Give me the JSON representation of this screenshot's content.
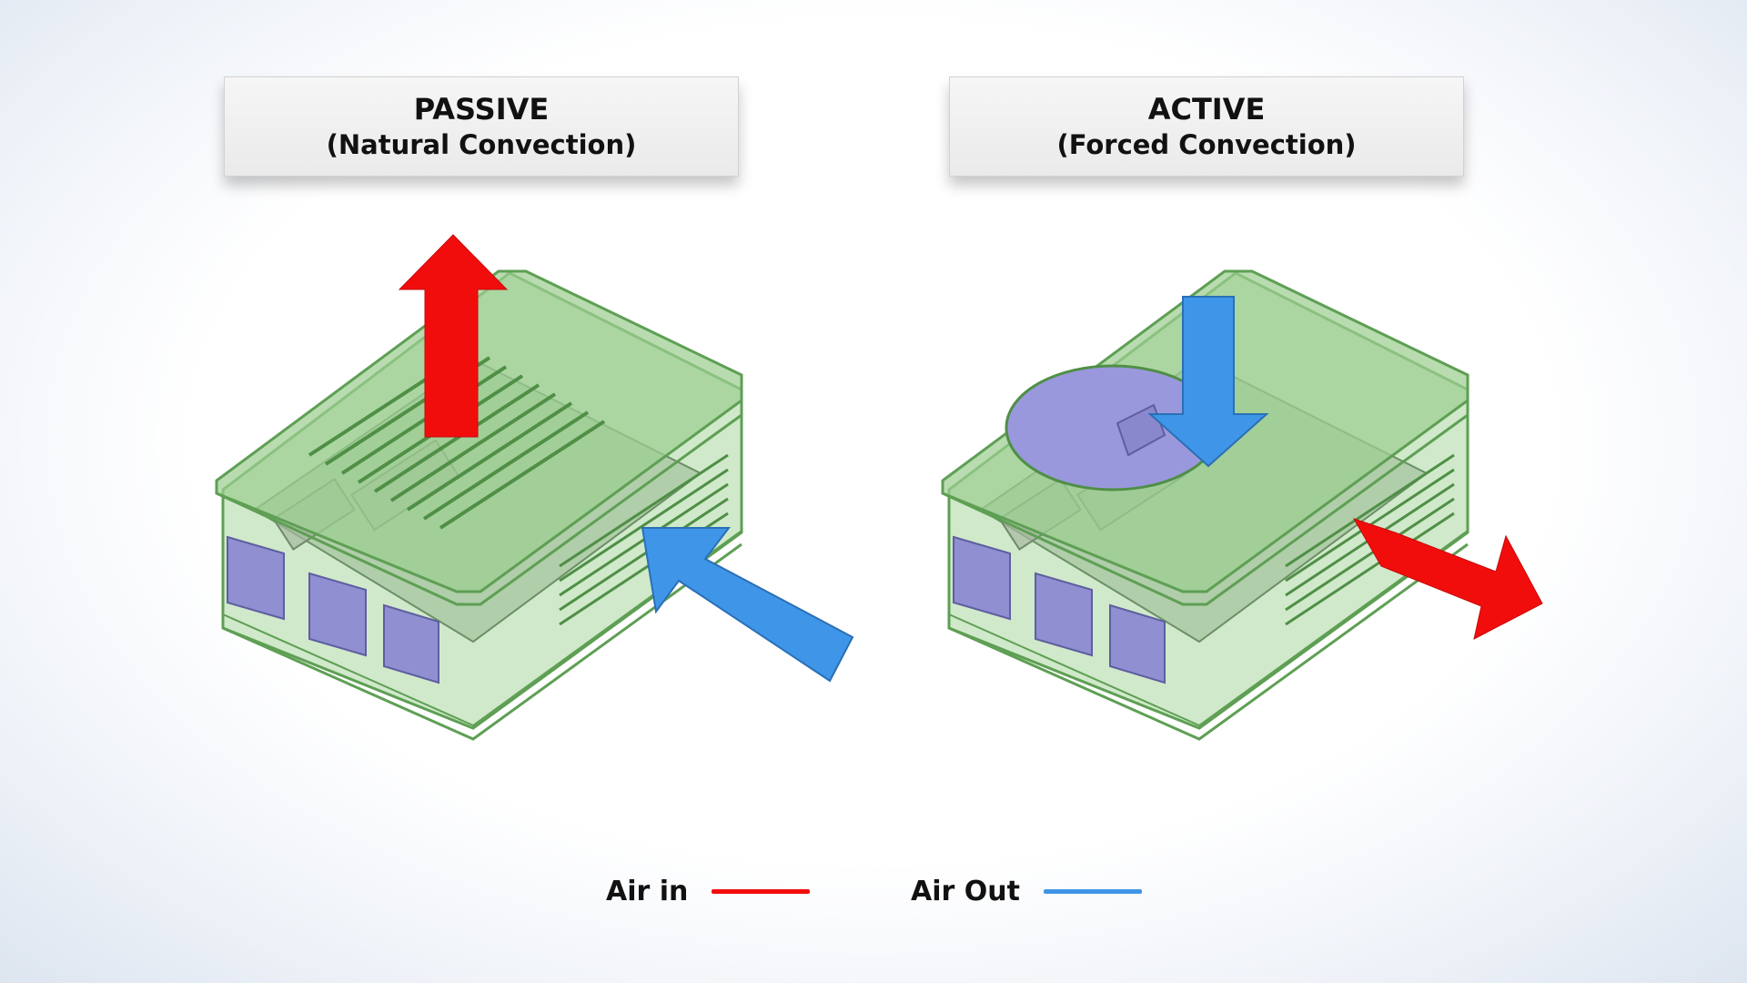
{
  "panels": {
    "passive": {
      "title": "PASSIVE",
      "subtitle": "(Natural Convection)"
    },
    "active": {
      "title": "ACTIVE",
      "subtitle": "(Forced Convection)"
    }
  },
  "legend": [
    {
      "label": "Air in",
      "color": "#f20d0d"
    },
    {
      "label": "Air Out",
      "color": "#3f96e8"
    }
  ],
  "colors": {
    "case_fill": "#9ccf92",
    "case_stroke": "#5e9f54",
    "component": "#8f8fd1",
    "arrow_red": "#f20d0d",
    "arrow_blue": "#3f96e8"
  }
}
